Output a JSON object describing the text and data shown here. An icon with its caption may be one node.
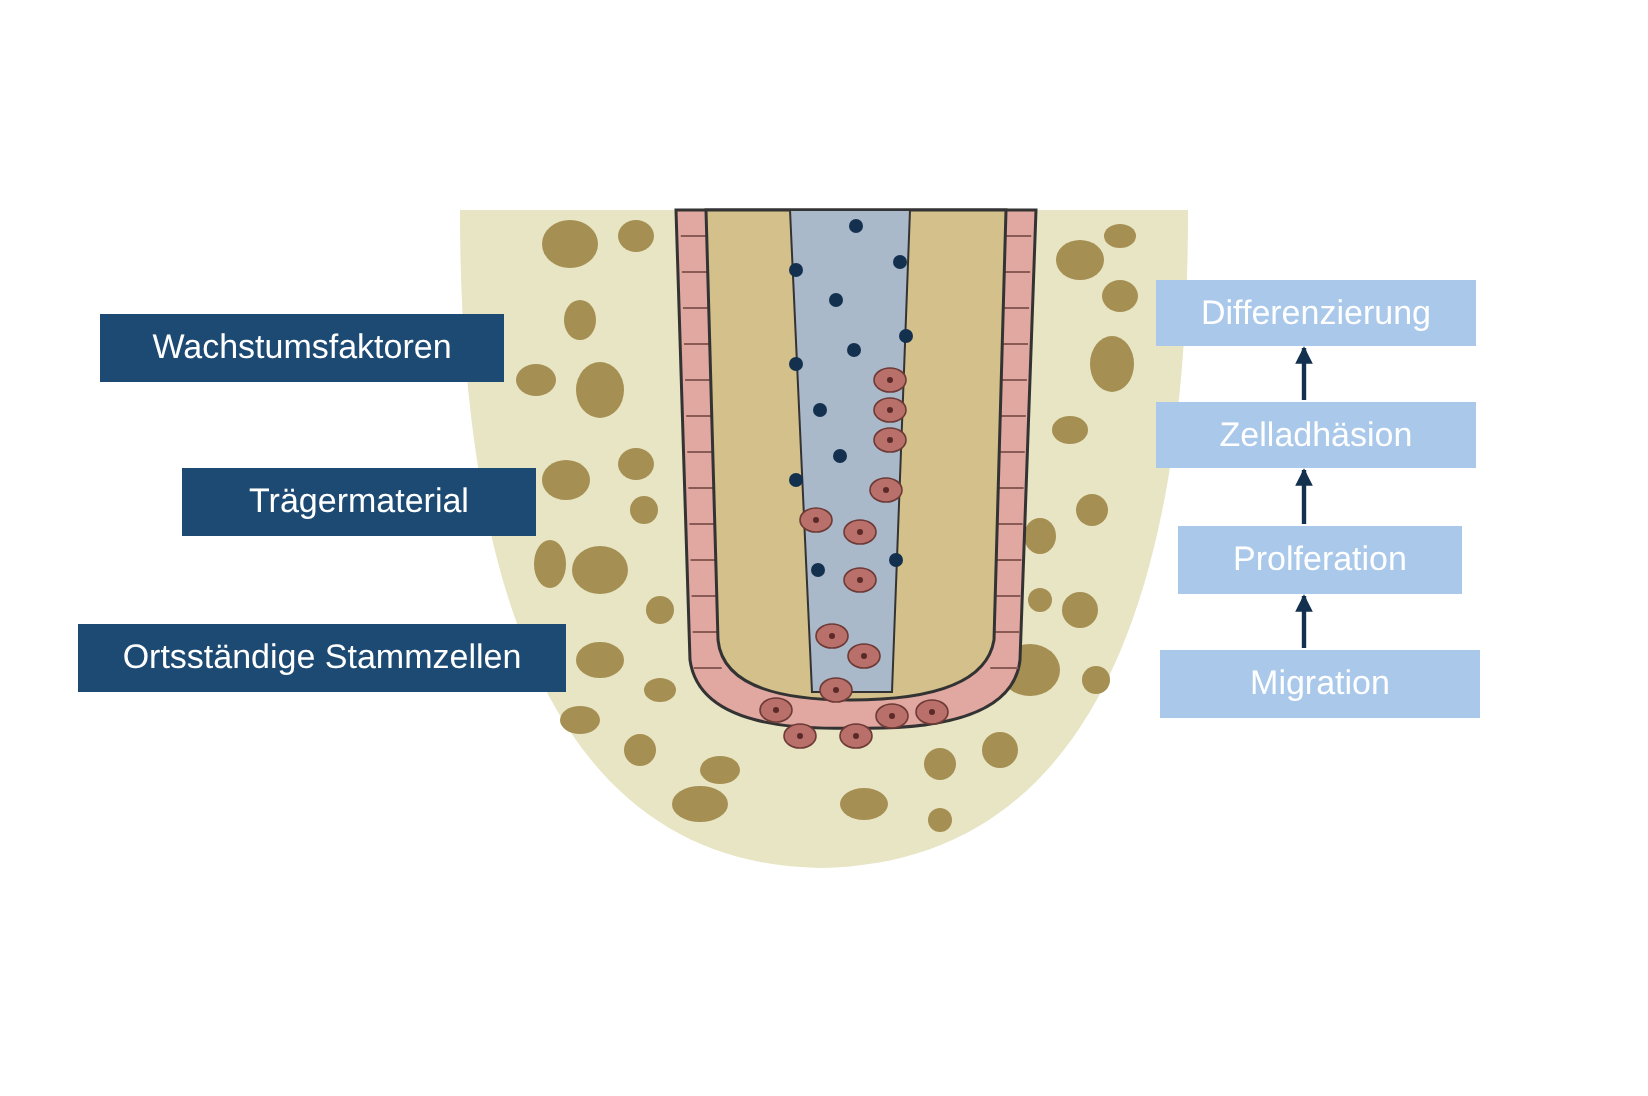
{
  "diagram": {
    "nodes": [
      {
        "text": [
          "Wachstumsfaktoren"
        ]
      },
      {
        "text": [
          "Trägermaterial"
        ]
      },
      {
        "text": [
          "Ortsständige Stammzellen"
        ]
      },
      {
        "text": [
          "Differenzierung"
        ]
      },
      {
        "text": [
          "Zelladhäsion"
        ]
      },
      {
        "text": [
          "Prolferation"
        ]
      },
      {
        "text": [
          "Migration"
        ]
      }
    ],
    "edges": [
      {
        "from": 6,
        "to": 5,
        "arrow": "to"
      },
      {
        "from": 5,
        "to": 4,
        "arrow": "to"
      },
      {
        "from": 4,
        "to": 3,
        "arrow": "to"
      }
    ]
  }
}
